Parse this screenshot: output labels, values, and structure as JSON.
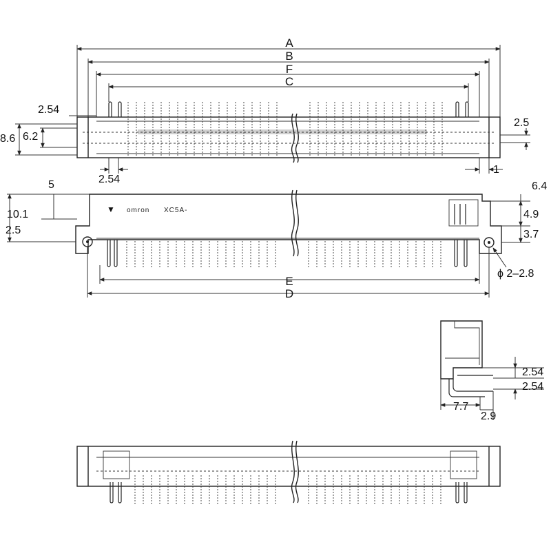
{
  "dimensions": {
    "A": "A",
    "B": "B",
    "F": "F",
    "C": "C",
    "E": "E",
    "D": "D",
    "d_2_54_top": "2.54",
    "d_8_6": "8.6",
    "d_6_2": "6.2",
    "d_2_5_right": "2.5",
    "d_1_right": "1",
    "d_2_54_bottom": "2.54",
    "d_5": "5",
    "d_10_1": "10.1",
    "d_2_5_left": "2.5",
    "d_6_4": "6.4",
    "d_4_9": "4.9",
    "d_3_7": "3.7",
    "d_hole": "ϕ 2–2.8",
    "d_side_2_54_a": "2.54",
    "d_side_2_54_b": "2.54",
    "d_7_7": "7.7",
    "d_2_9": "2.9"
  },
  "markings": {
    "brand": "omron",
    "model": "XC5A-",
    "polarity_mark": "▼"
  }
}
